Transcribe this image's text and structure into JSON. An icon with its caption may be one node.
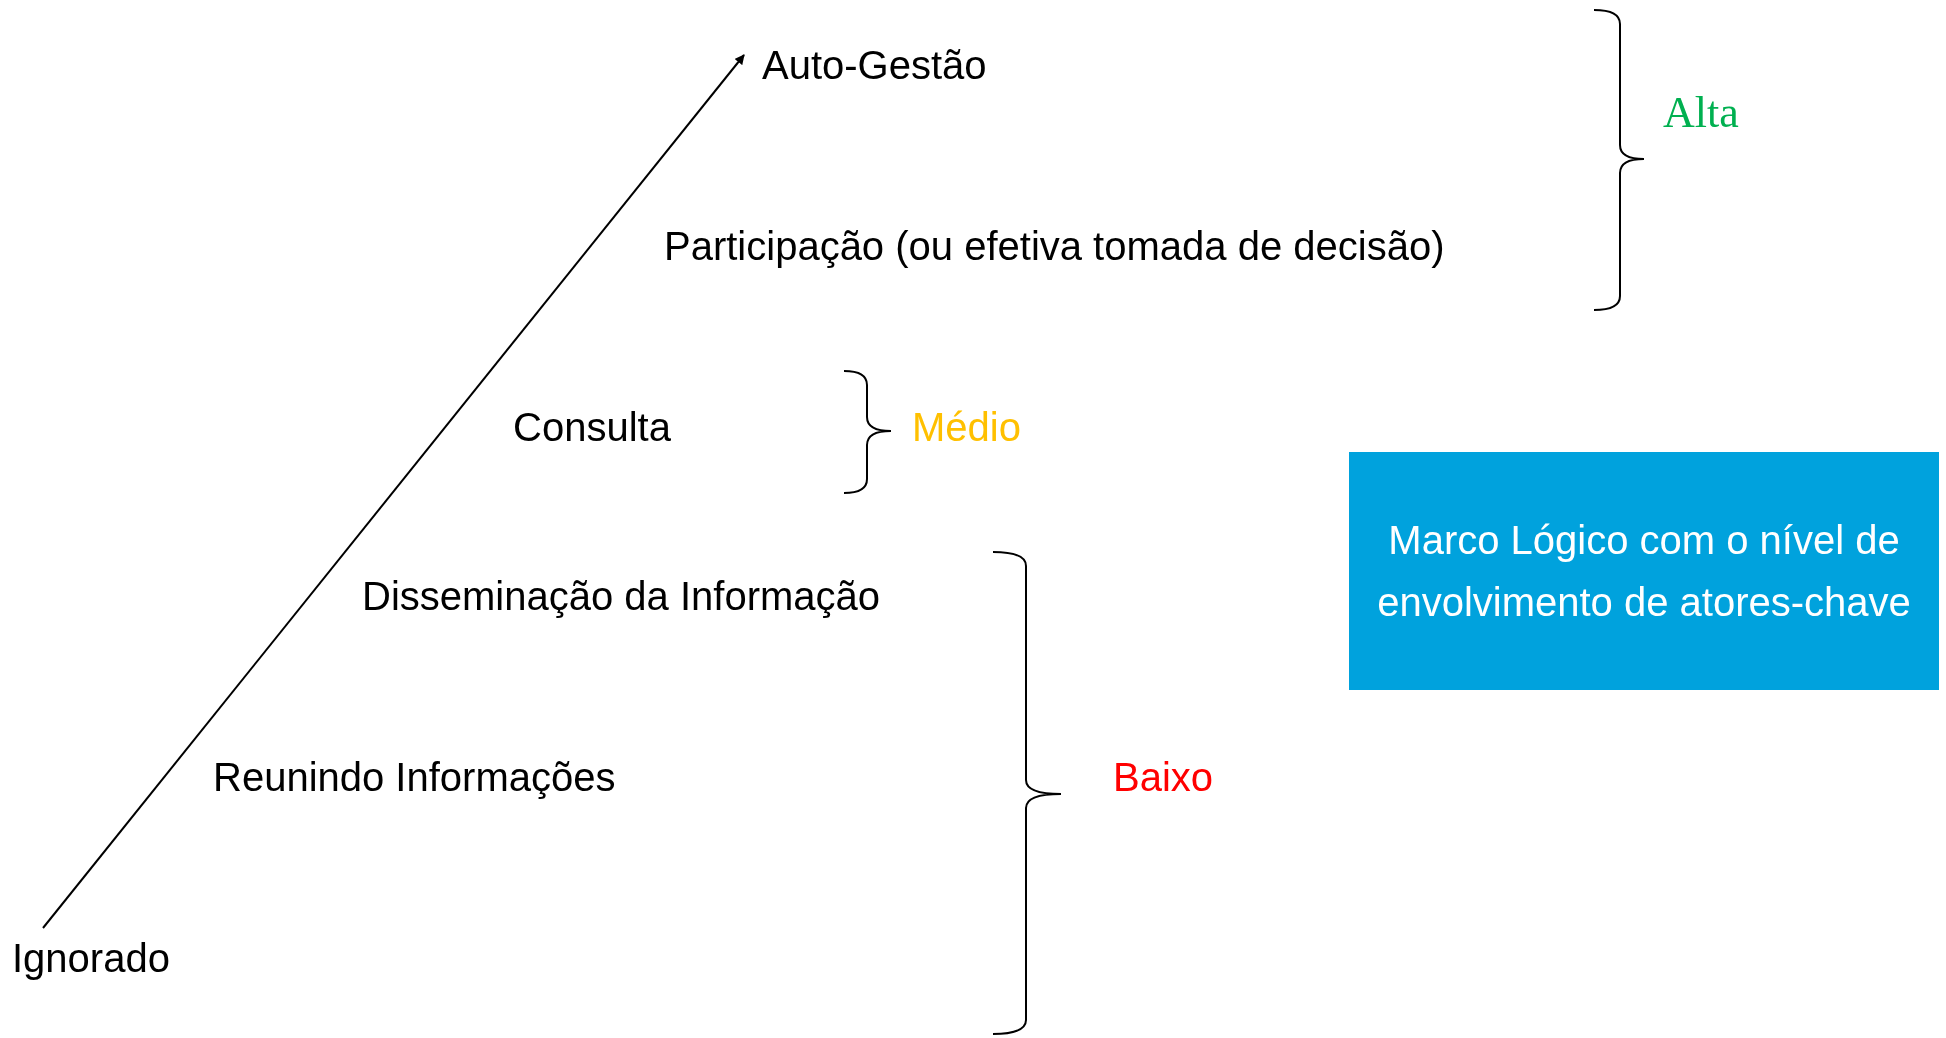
{
  "diagram": {
    "nodes": [
      {
        "text": [
          "Auto-Gestão"
        ]
      },
      {
        "text": [
          "Marco Lógico com o nível de envolvimento de atores-chave"
        ]
      },
      {
        "text": [
          "Ignorado"
        ]
      }
    ],
    "edges": [
      {
        "from": 2,
        "to": 0,
        "arrow": "to"
      }
    ],
    "labels": [
      "Alta",
      "Participação (ou efetiva tomada de decisão)",
      "Consulta",
      "Médio",
      "Disseminação da Informação",
      "Reunindo Informações",
      "Baixo"
    ]
  }
}
